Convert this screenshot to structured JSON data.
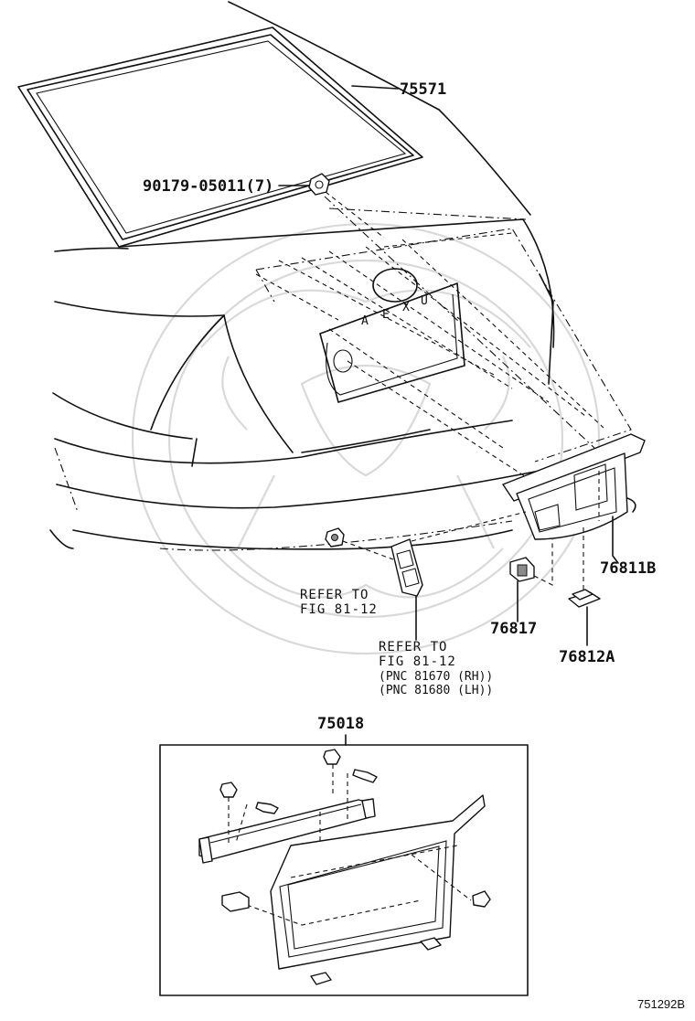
{
  "diagram": {
    "figure_code": "751292B",
    "callouts": [
      {
        "id": "75571",
        "text": "75571"
      },
      {
        "id": "90179-05011",
        "text": "90179-05011(7)"
      },
      {
        "id": "76811B",
        "text": "76811B"
      },
      {
        "id": "76817",
        "text": "76817"
      },
      {
        "id": "76812A",
        "text": "76812A"
      },
      {
        "id": "75018",
        "text": "75018"
      }
    ],
    "refer_left": {
      "line1": "REFER TO",
      "line2": "FIG 81-12"
    },
    "refer_center": {
      "line1": "REFER TO",
      "line2": "FIG 81-12",
      "line3": "(PNC 81670 (RH))",
      "line4": "(PNC 81680 (LH))"
    }
  }
}
